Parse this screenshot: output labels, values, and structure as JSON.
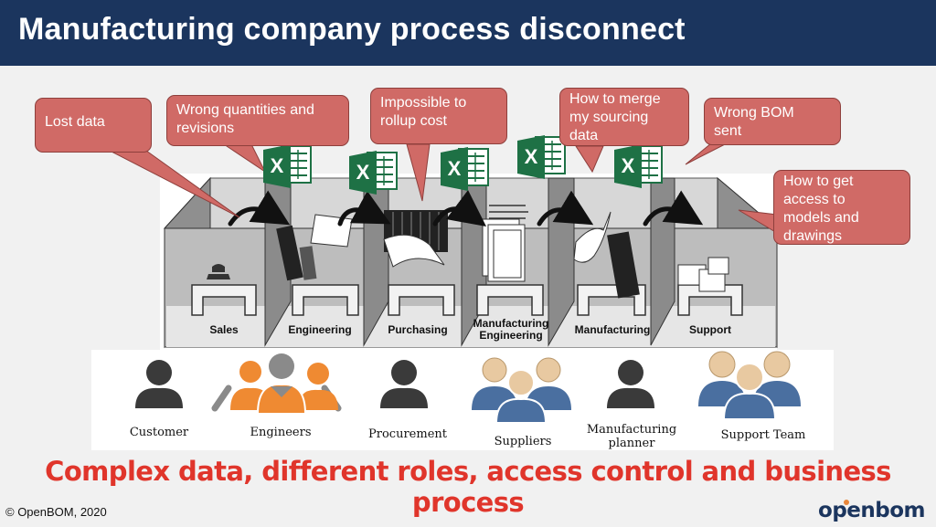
{
  "header": {
    "title": "Manufacturing company process disconnect"
  },
  "callouts": [
    {
      "text": "Lost data"
    },
    {
      "text": "Wrong quantities and\nrevisions"
    },
    {
      "text": "Impossible to\nrollup cost"
    },
    {
      "text": "How to merge\nmy sourcing\ndata"
    },
    {
      "text": "Wrong BOM\nsent"
    },
    {
      "text": "How to get\naccess to\nmodels and\ndrawings"
    }
  ],
  "departments": [
    {
      "label": "Sales"
    },
    {
      "label": "Engineering"
    },
    {
      "label": "Purchasing"
    },
    {
      "label": "Manufacturing\nEngineering"
    },
    {
      "label": "Manufacturing"
    },
    {
      "label": "Support"
    }
  ],
  "spreadsheet_icon": {
    "letter": "X",
    "color": "#1e7145"
  },
  "roles": [
    {
      "label": "Customer",
      "icon": "person-icon"
    },
    {
      "label": "Engineers",
      "icon": "group-icon"
    },
    {
      "label": "Procurement",
      "icon": "person-icon"
    },
    {
      "label": "Suppliers",
      "icon": "group-icon"
    },
    {
      "label": "Manufacturing\nplanner",
      "icon": "person-icon"
    },
    {
      "label": "Support Team",
      "icon": "group-icon"
    }
  ],
  "tagline": "Complex data, different roles, access control and business process",
  "footer": {
    "copyright": "© OpenBOM, 2020",
    "logo": "openbom"
  },
  "colors": {
    "header_bg": "#1b355e",
    "callout_bg": "#d06a66",
    "tagline": "#e0352b",
    "person_dark": "#3a3a3a",
    "engineers_orange": "#ef8a32",
    "suppliers_blue": "#4a6fa0",
    "suppliers_tan": "#e8c9a1"
  }
}
